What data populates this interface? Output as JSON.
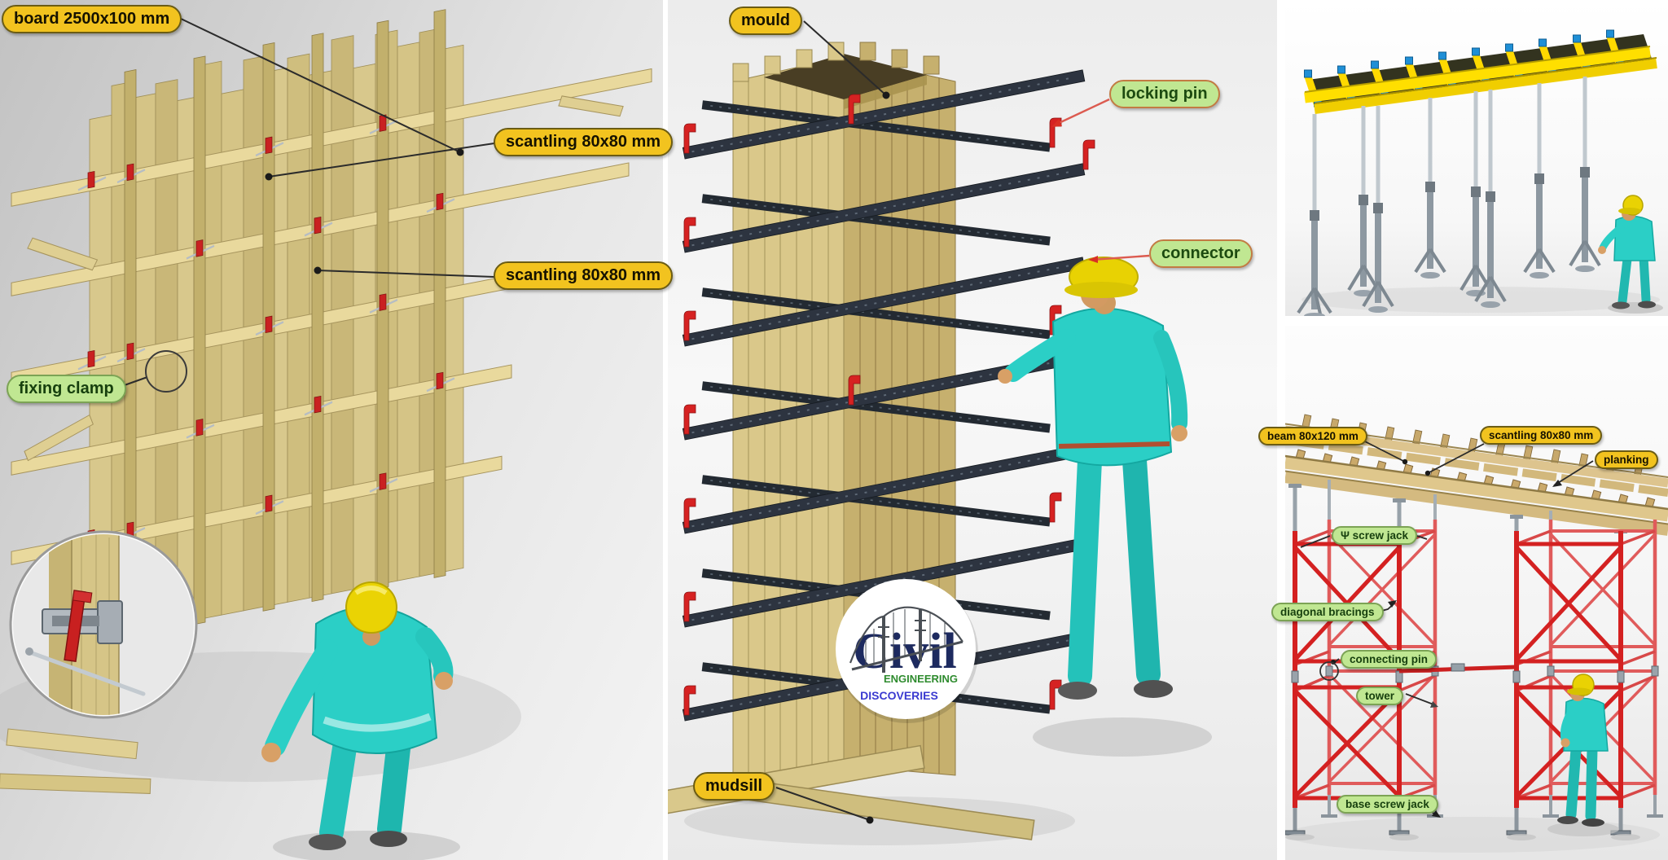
{
  "labels": {
    "board": "board 2500x100 mm",
    "scantling_top": "scantling 80x80 mm",
    "scantling_mid": "scantling 80x80 mm",
    "fixing_clamp": "fixing clamp",
    "mould": "mould",
    "locking_pin": "locking pin",
    "connector": "connector",
    "mudsill": "mudsill",
    "beam": "beam 80x120 mm",
    "scantling_right": "scantling 80x80 mm",
    "planking": "planking",
    "screw_jack": "Ψ screw jack",
    "diagonal_bracings": "diagonal bracings",
    "connecting_pin": "connecting pin",
    "tower": "tower",
    "base_screw_jack": "base screw jack"
  },
  "logo": {
    "title": "Civil",
    "subtitle1": "ENGINEERING",
    "subtitle2": "DISCOVERIES"
  },
  "colors": {
    "label_yellow": "#F2C31F",
    "label_yellow_border": "#6B5C14",
    "label_green": "#C0E792",
    "label_green_border": "#7CA355",
    "label_green_border_warm": "#C27B43",
    "leader_dark": "#2B2B2B",
    "leader_red": "#DC5B50",
    "scaffold_red": "#D42121",
    "steel_band": "#2D3440",
    "wood_light": "#DCC88C",
    "worker_teal": "#2BCFC6",
    "helmet_yellow": "#E9D204",
    "logo_navy": "#1D2A5F",
    "logo_green": "#2E8B2E",
    "logo_blue": "#3A3AD0",
    "prop_gray": "#8D98A1",
    "table_yellow": "#FFD900",
    "clamp_blue": "#1F8FD6"
  }
}
